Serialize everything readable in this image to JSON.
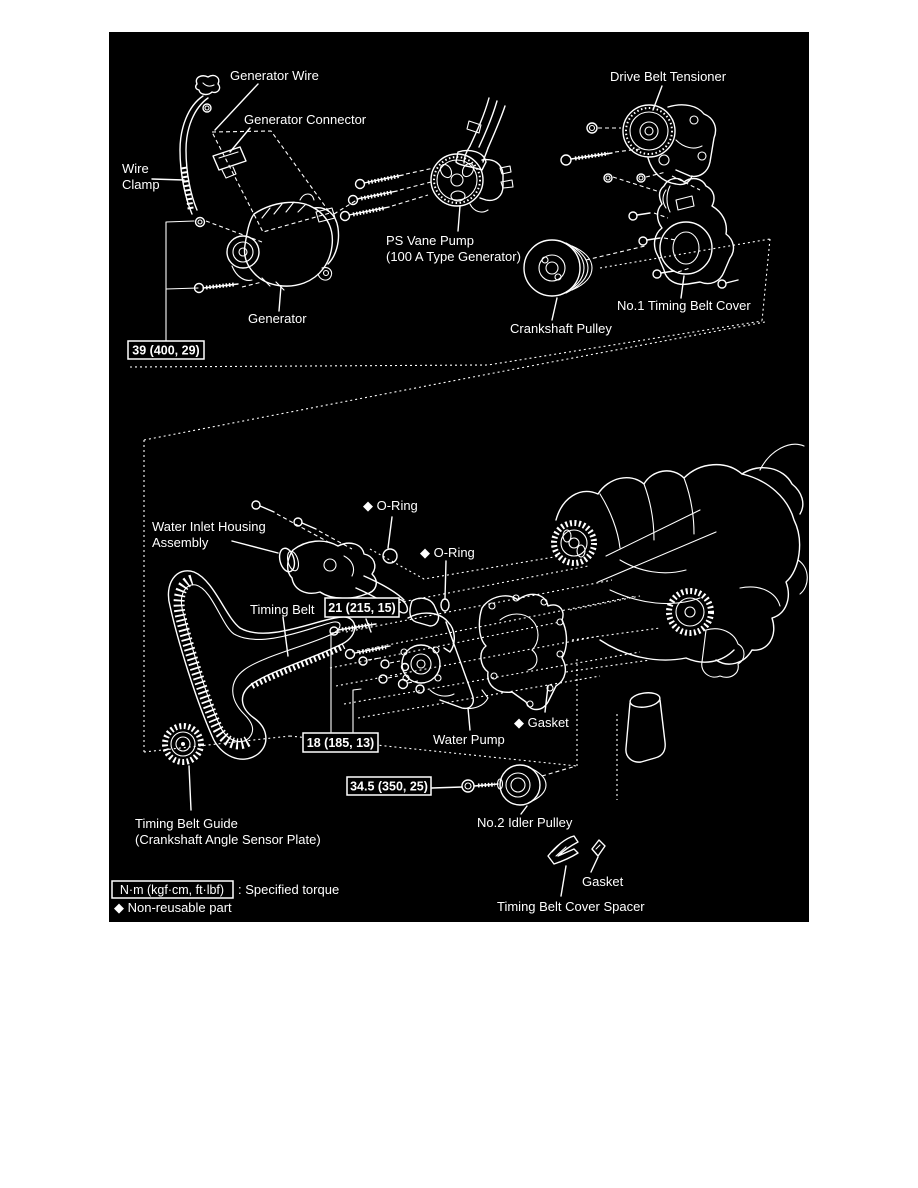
{
  "page": {
    "background": "#ffffff"
  },
  "diagram": {
    "description": "Exploded engine timing-belt and water-pump service diagram",
    "background": "#000000",
    "line_color": "#ffffff",
    "labels": {
      "generator_wire": "Generator Wire",
      "generator_connector": "Generator Connector",
      "wire_clamp_line1": "Wire",
      "wire_clamp_line2": "Clamp",
      "generator": "Generator",
      "drive_belt_tensioner": "Drive Belt Tensioner",
      "ps_vane_pump_line1": "PS Vane Pump",
      "ps_vane_pump_line2": "(100 A Type Generator)",
      "crankshaft_pulley": "Crankshaft Pulley",
      "no1_timing_belt_cover": "No.1 Timing Belt Cover",
      "o_ring_1": "◆ O-Ring",
      "o_ring_2": "◆ O-Ring",
      "water_inlet_line1": "Water Inlet Housing",
      "water_inlet_line2": "Assembly",
      "timing_belt": "Timing Belt",
      "water_pump": "Water Pump",
      "gasket_non_reusable": "◆ Gasket",
      "timing_belt_guide_line1": "Timing Belt Guide",
      "timing_belt_guide_line2": "(Crankshaft Angle Sensor Plate)",
      "no2_idler_pulley": "No.2 Idler Pulley",
      "gasket": "Gasket",
      "timing_belt_cover_spacer": "Timing Belt Cover Spacer"
    },
    "torque_specs": {
      "generator_bolts": "39 (400, 29)",
      "water_inlet_bolts": "21 (215, 15)",
      "water_pump_bolts": "18 (185, 13)",
      "no2_idler_pulley_bolt": "34.5 (350, 25)"
    },
    "legend": {
      "torque_unit_box": "N·m (kgf·cm, ft·lbf)",
      "torque_caption": ": Specified torque",
      "non_reusable": "◆ Non-reusable part"
    }
  }
}
